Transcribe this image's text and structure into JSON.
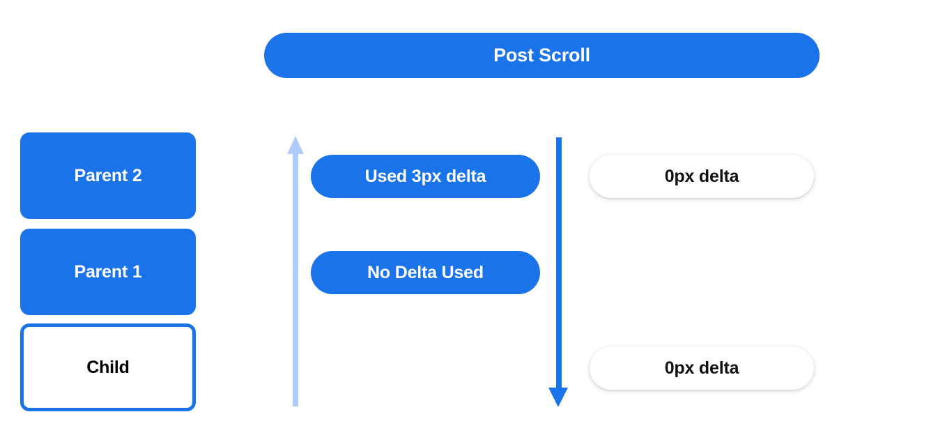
{
  "diagram": {
    "title": "Post Scroll",
    "colors": {
      "accent_blue": "#1a73e8",
      "light_blue": "#aecbfa",
      "white": "#ffffff",
      "text_dark": "#111111"
    },
    "nodes": [
      {
        "id": "parent2",
        "label": "Parent 2",
        "style": "filled"
      },
      {
        "id": "parent1",
        "label": "Parent 1",
        "style": "filled"
      },
      {
        "id": "child",
        "label": "Child",
        "style": "outlined"
      }
    ],
    "middle_pills": [
      {
        "id": "used-3px",
        "label": "Used 3px delta"
      },
      {
        "id": "no-delta",
        "label": "No Delta Used"
      }
    ],
    "right_pills": [
      {
        "id": "delta-top",
        "label": "0px delta"
      },
      {
        "id": "delta-bottom",
        "label": "0px delta"
      }
    ],
    "arrows": [
      {
        "id": "left-arrow",
        "direction": "up",
        "color": "#aecbfa"
      },
      {
        "id": "right-arrow",
        "direction": "down",
        "color": "#1a73e8"
      }
    ]
  }
}
